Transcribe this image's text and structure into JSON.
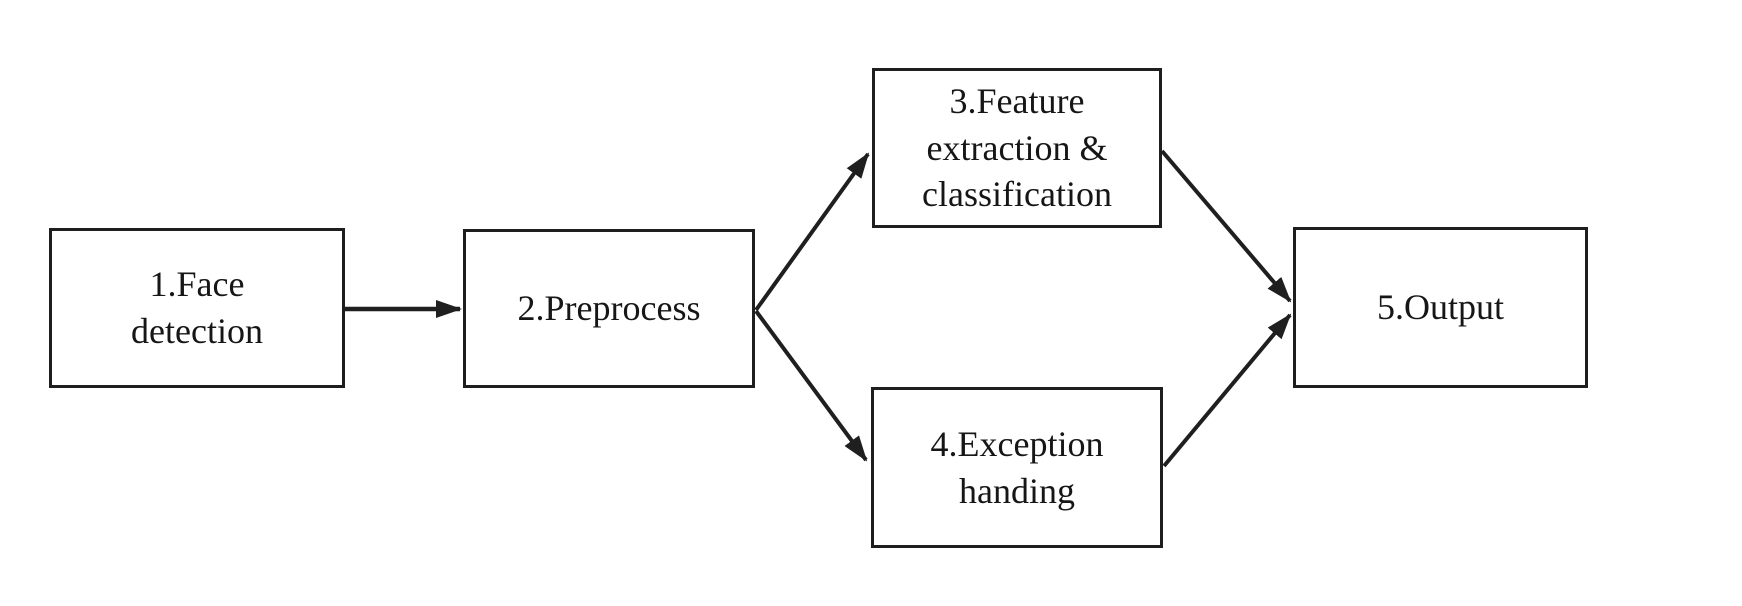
{
  "diagram": {
    "type": "flowchart",
    "background_color": "#ffffff",
    "line_color": "#1f1f1f",
    "text_color": "#161616",
    "nodes": [
      {
        "id": "face-detection",
        "label": "1.Face\ndetection"
      },
      {
        "id": "preprocess",
        "label": "2.Preprocess"
      },
      {
        "id": "feature-extraction-classification",
        "label": "3.Feature\nextraction &\nclassification"
      },
      {
        "id": "exception-handing",
        "label": "4.Exception\nhanding"
      },
      {
        "id": "output",
        "label": "5.Output"
      }
    ],
    "edges": [
      {
        "from": "face-detection",
        "to": "preprocess"
      },
      {
        "from": "preprocess",
        "to": "feature-extraction-classification"
      },
      {
        "from": "preprocess",
        "to": "exception-handing"
      },
      {
        "from": "feature-extraction-classification",
        "to": "output"
      },
      {
        "from": "exception-handing",
        "to": "output"
      }
    ]
  }
}
